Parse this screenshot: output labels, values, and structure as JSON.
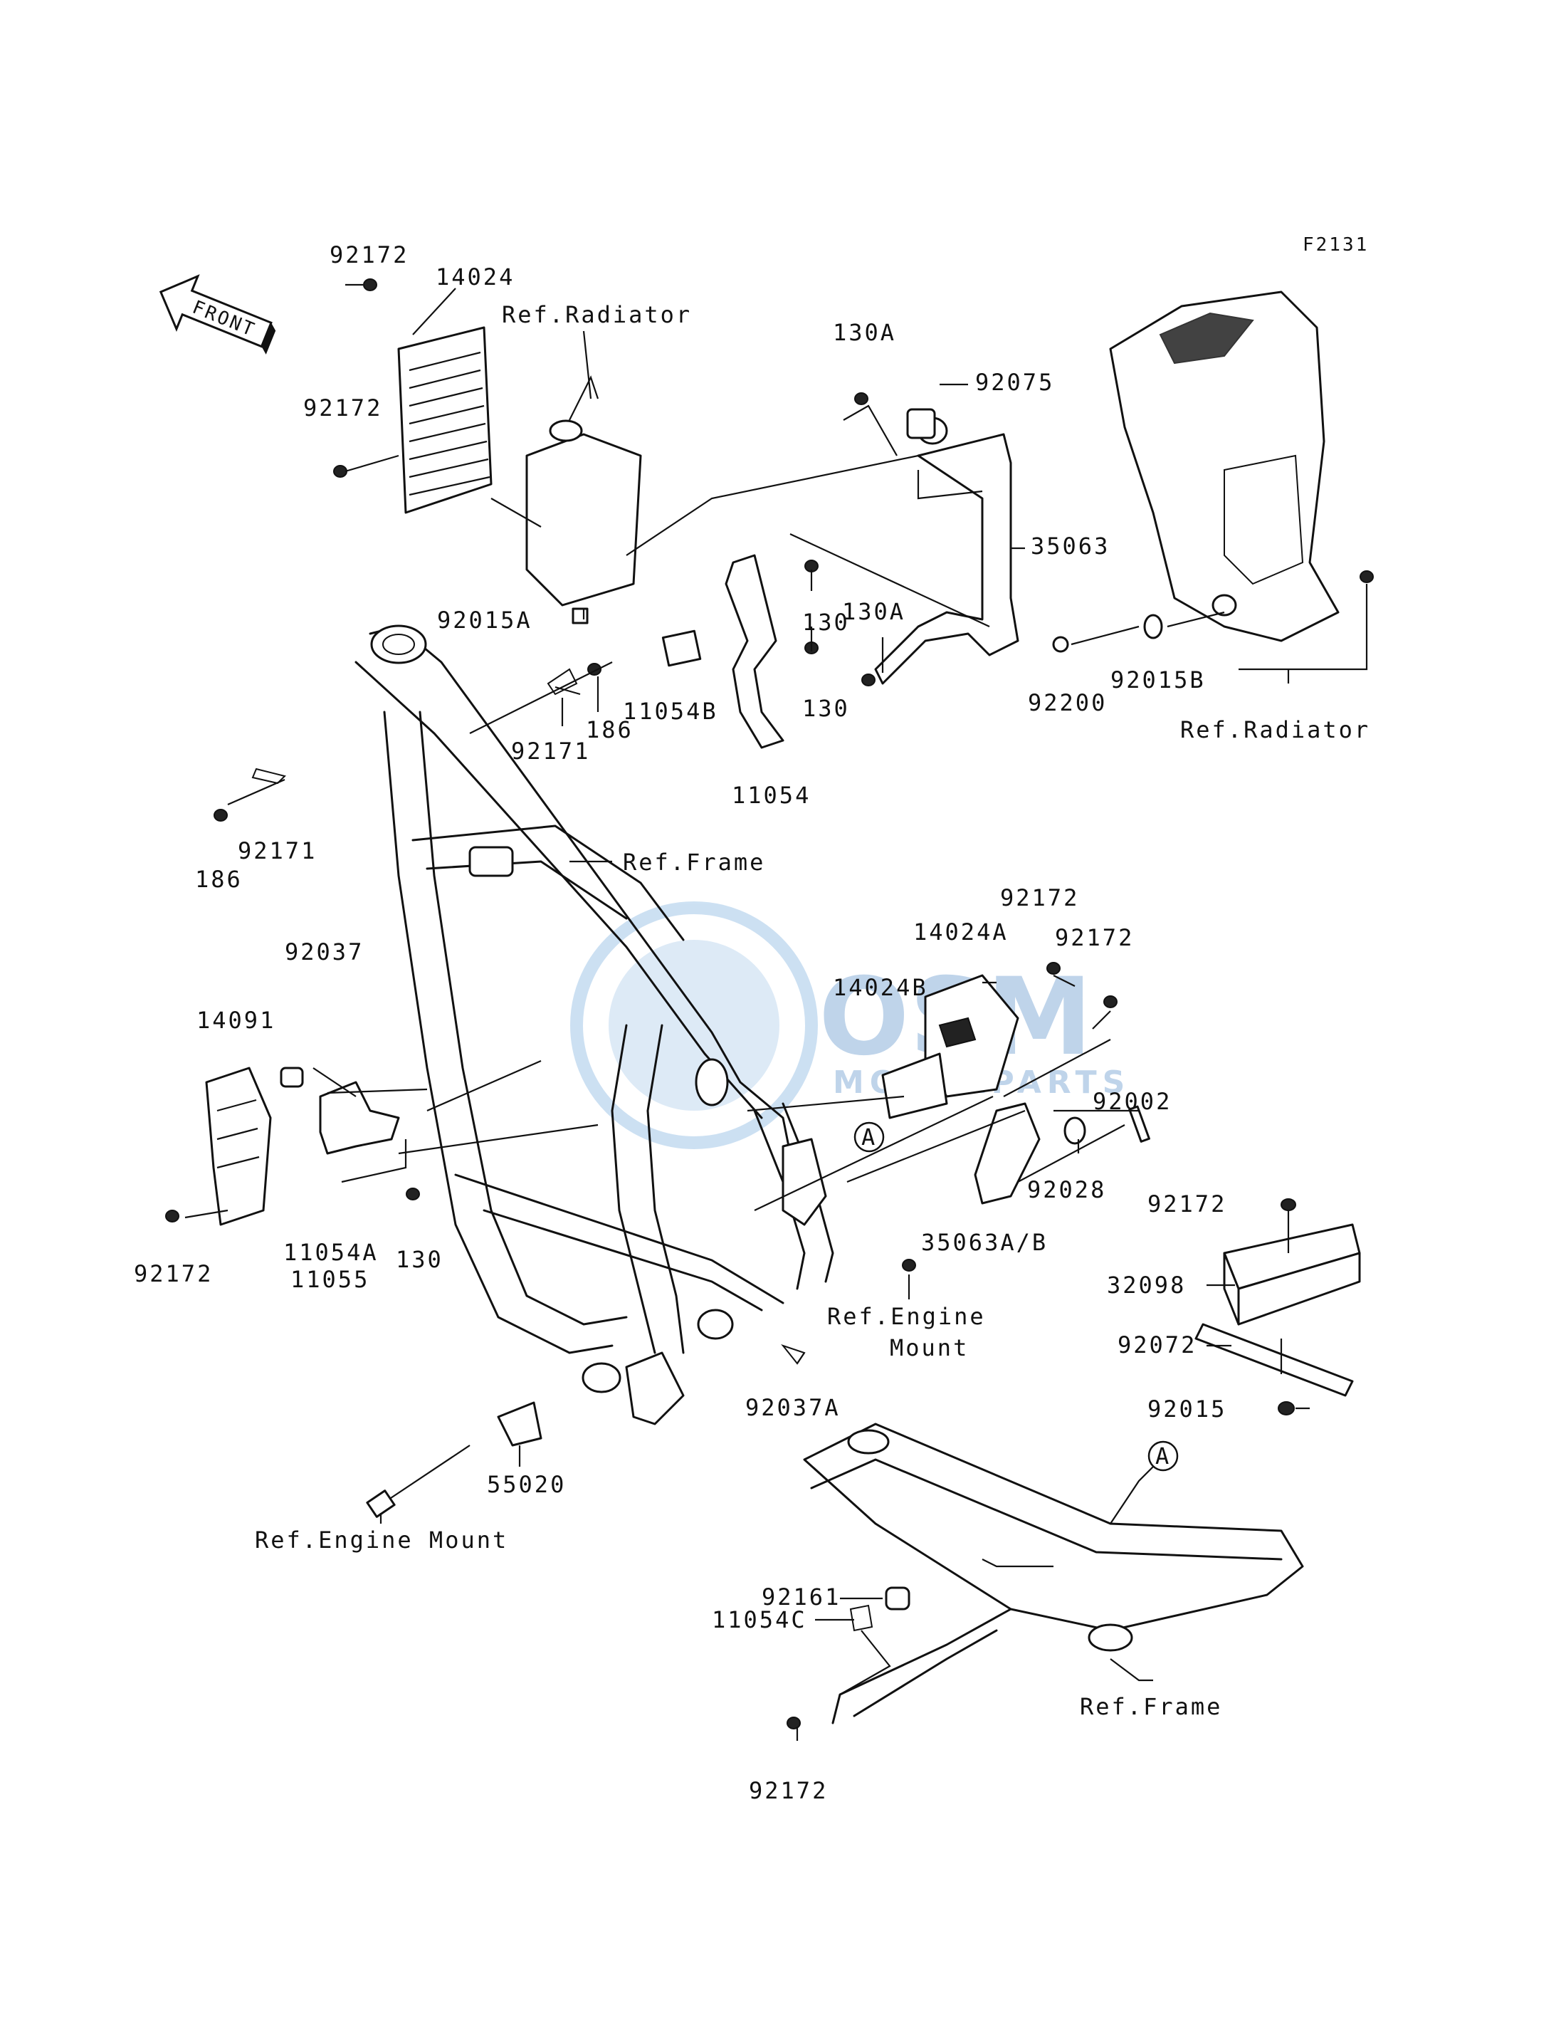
{
  "figure_code": "F2131",
  "front_label": "FRONT",
  "watermark": {
    "main": "OSM",
    "sub": "MOTORPARTS",
    "color": "#6fa8dc"
  },
  "part_labels": [
    "92172",
    "14024",
    "Ref.Radiator",
    "92172",
    "92015A",
    "130A",
    "92075",
    "35063",
    "130",
    "130A",
    "130",
    "11054B",
    "11054",
    "92200",
    "92015B",
    "Ref.Radiator",
    "186",
    "92171",
    "92171",
    "186",
    "Ref.Frame",
    "92172",
    "14024A",
    "92172",
    "14024B",
    "92002",
    "92028",
    "35063A/B",
    "92037",
    "14091",
    "92172",
    "11054A",
    "11055",
    "130",
    "Ref.Engine",
    "Mount",
    "92037A",
    "92172",
    "32098",
    "92072",
    "92015",
    "55020",
    "Ref.Engine Mount",
    "92161",
    "11054C",
    "Ref.Frame",
    "92172"
  ],
  "callouts": [
    "A",
    "A"
  ]
}
